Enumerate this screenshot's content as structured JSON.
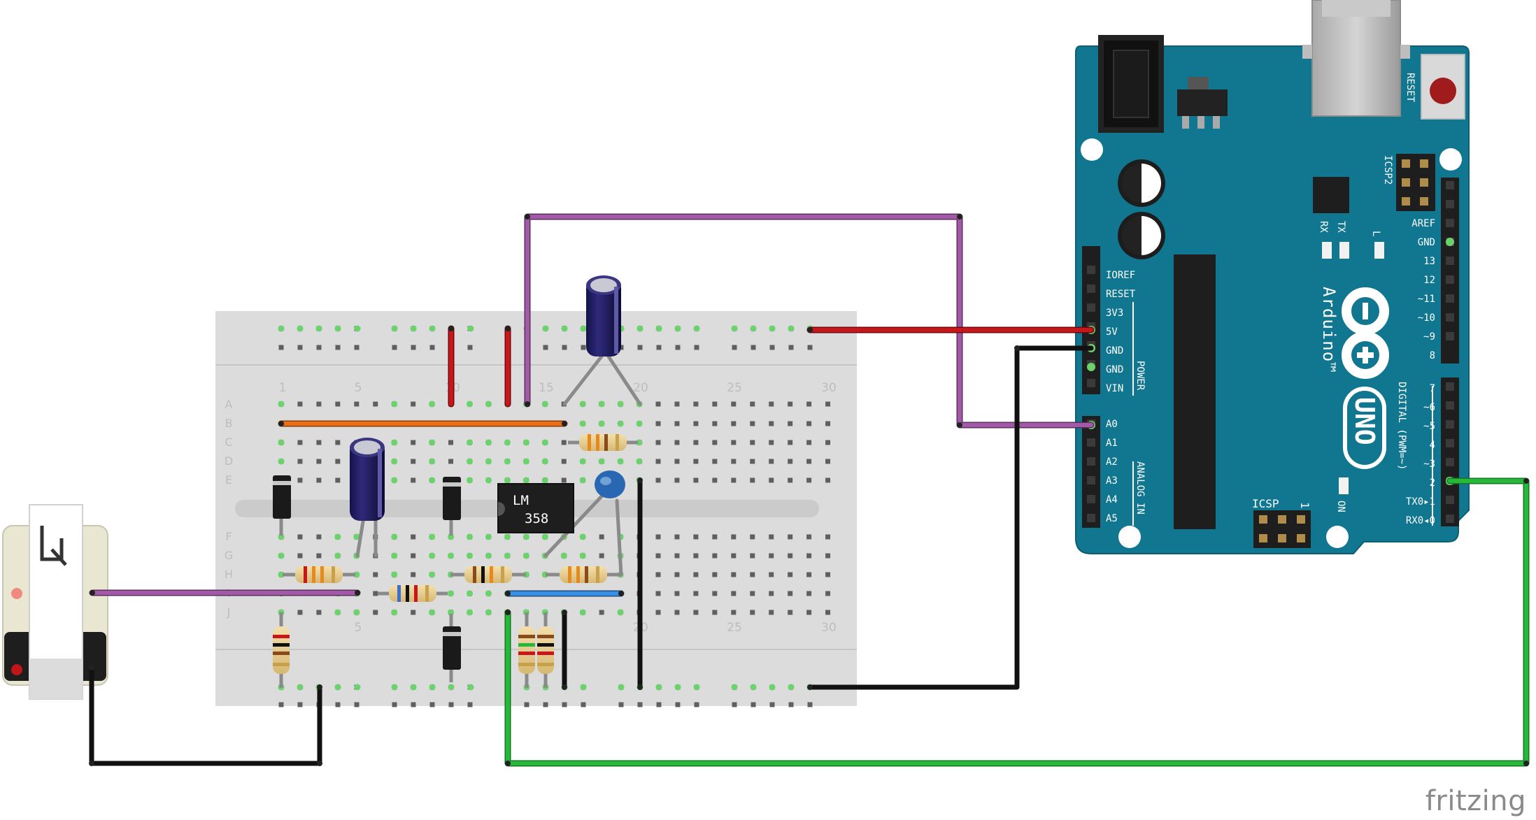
{
  "brand": "fritzing",
  "colors": {
    "board": "#11768f",
    "breadboard": "#dcdcdc",
    "wire_red": "#c8161b",
    "wire_black": "#2a2a2a",
    "wire_purple": "#a25aa8",
    "wire_green": "#27b73b",
    "wire_orange": "#e96f17",
    "wire_blue": "#3b8fe0"
  },
  "breadboard": {
    "column_numbers": [
      "1",
      "5",
      "10",
      "15",
      "20",
      "25",
      "30"
    ],
    "rows_top": [
      "A",
      "B",
      "C",
      "D",
      "E"
    ],
    "rows_bottom": [
      "F",
      "G",
      "H",
      "I",
      "J"
    ]
  },
  "chip": {
    "line1": "LM",
    "line2": "358"
  },
  "arduino": {
    "reset": "RESET",
    "icsp2": "ICSP2",
    "icsp": "ICSP",
    "icsp_pin1": "1",
    "rx": "RX",
    "tx": "TX",
    "l": "L",
    "on": "ON",
    "brand": "Arduino™",
    "model": "UNO",
    "power_label": "POWER",
    "analog_label": "ANALOG IN",
    "digital_label": "DIGITAL (PWM=~)",
    "power_pins": [
      "IOREF",
      "RESET",
      "3V3",
      "5V",
      "GND",
      "GND",
      "VIN"
    ],
    "analog_pins": [
      "A0",
      "A1",
      "A2",
      "A3",
      "A4",
      "A5"
    ],
    "digital_top": [
      "AREF",
      "GND",
      "13",
      "12",
      "~11",
      "~10",
      "~9",
      "8"
    ],
    "digital_bottom": [
      "7",
      "~6",
      "~5",
      "4",
      "~3",
      "2",
      "TX0▸1",
      "RX0◂0"
    ]
  }
}
